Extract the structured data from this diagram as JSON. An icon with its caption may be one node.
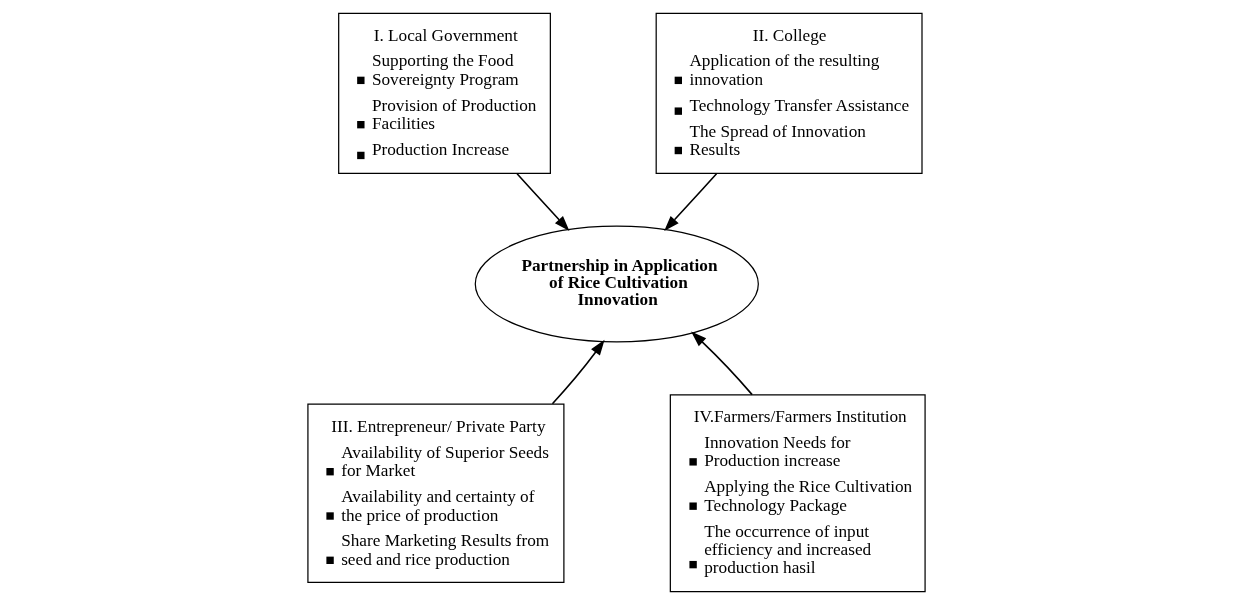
{
  "diagram": {
    "nodes": [
      {
        "text": [
          "Partnership in Application of Rice Cultivation Innovation"
        ]
      },
      {
        "text": [
          "I. Local Government",
          "Supporting the Food Sovereignty Program",
          "Provision of Production Facilities",
          "Production Increase"
        ]
      },
      {
        "text": [
          "II. College",
          "Application of the resulting innovation",
          "Technology Transfer Assistance",
          "The Spread of Innovation Results"
        ]
      },
      {
        "text": [
          "III. Entrepreneur/ Private Party",
          "Availability of Superior Seeds for Market",
          "Availability and certainty of the price of production",
          "Share Marketing Results from seed and rice production"
        ]
      },
      {
        "text": [
          "IV.Farmers/Farmers Institution",
          "Innovation Needs for Production increase",
          "Applying the Rice Cultivation Technology Package",
          "The occurrence of input efficiency and increased production hasil"
        ]
      }
    ],
    "edges": [
      {
        "from": 1,
        "to": 0,
        "arrow": "to"
      },
      {
        "from": 2,
        "to": 0,
        "arrow": "to"
      },
      {
        "from": 3,
        "to": 0,
        "arrow": "to"
      },
      {
        "from": 4,
        "to": 0,
        "arrow": "to"
      }
    ]
  }
}
